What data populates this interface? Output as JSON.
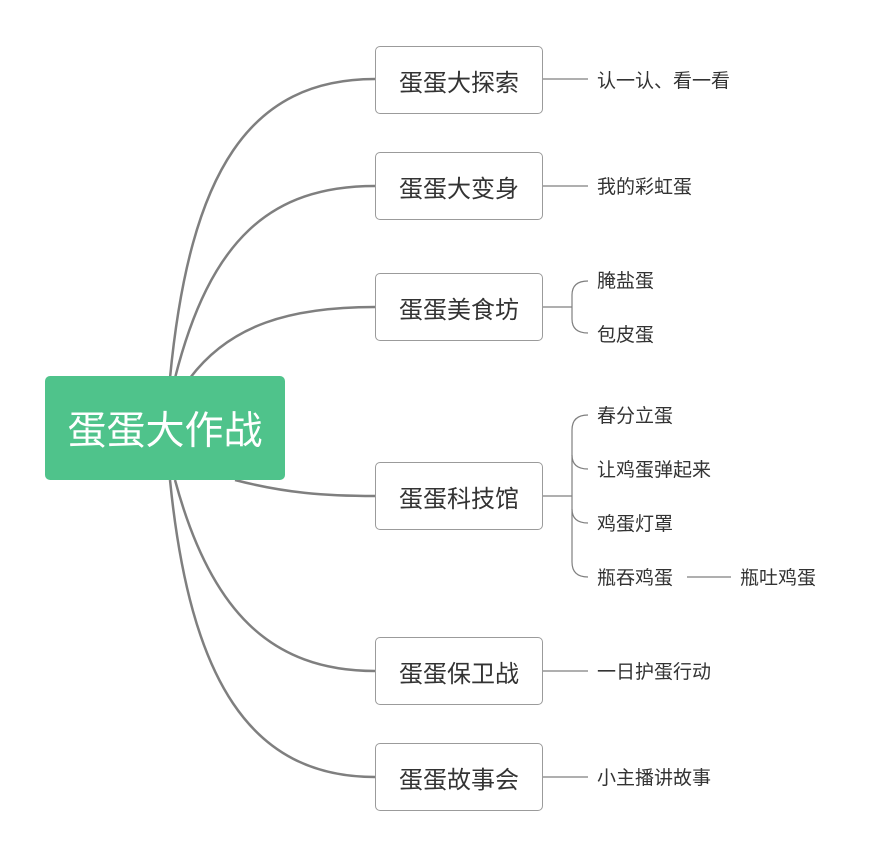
{
  "root": {
    "label": "蛋蛋大作战"
  },
  "branches": [
    {
      "label": "蛋蛋大探索",
      "children": [
        {
          "label": "认一认、看一看"
        }
      ]
    },
    {
      "label": "蛋蛋大变身",
      "children": [
        {
          "label": "我的彩虹蛋"
        }
      ]
    },
    {
      "label": "蛋蛋美食坊",
      "children": [
        {
          "label": "腌盐蛋"
        },
        {
          "label": "包皮蛋"
        }
      ]
    },
    {
      "label": "蛋蛋科技馆",
      "children": [
        {
          "label": "春分立蛋"
        },
        {
          "label": "让鸡蛋弹起来"
        },
        {
          "label": "鸡蛋灯罩"
        },
        {
          "label": "瓶吞鸡蛋",
          "next": "瓶吐鸡蛋"
        }
      ]
    },
    {
      "label": "蛋蛋保卫战",
      "children": [
        {
          "label": "一日护蛋行动"
        }
      ]
    },
    {
      "label": "蛋蛋故事会",
      "children": [
        {
          "label": "小主播讲故事"
        }
      ]
    }
  ],
  "colors": {
    "root_fill": "#4fc38b",
    "root_text": "#ffffff",
    "connector": "#7f7f7f",
    "node_border": "#9b9b9b",
    "text": "#333333"
  }
}
